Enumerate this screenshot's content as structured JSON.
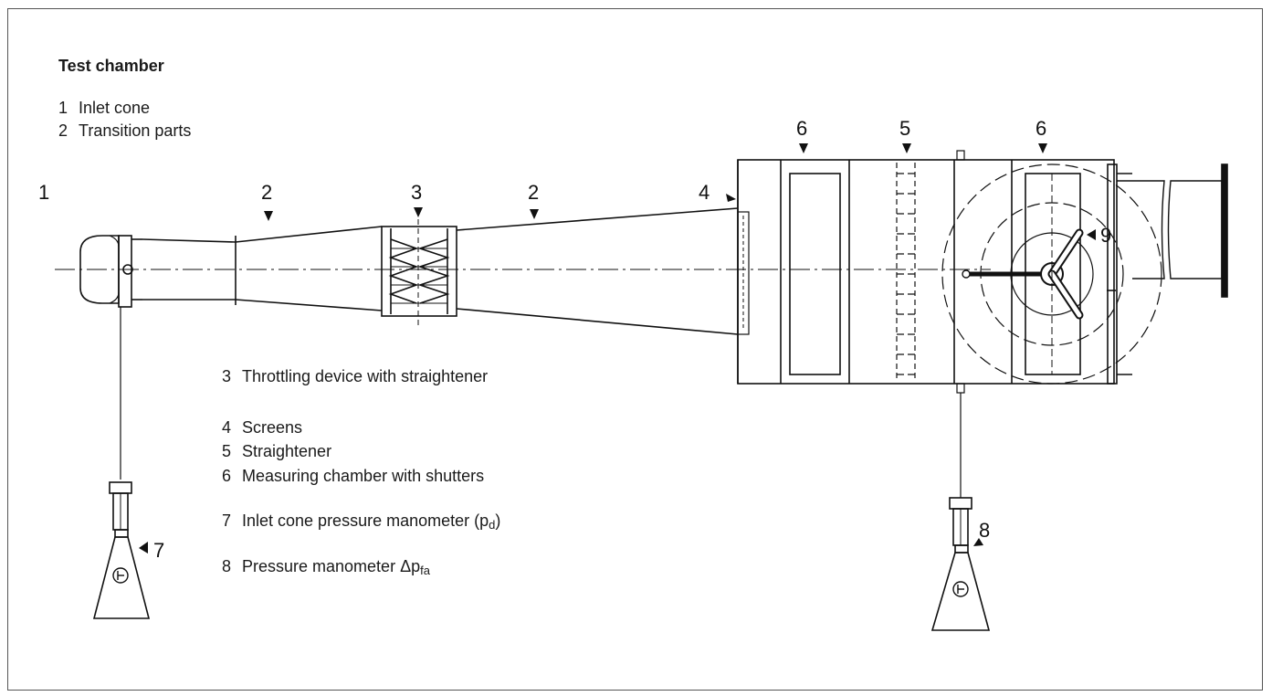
{
  "title": "Test chamber",
  "legend": [
    {
      "num": "1",
      "text": "Inlet cone"
    },
    {
      "num": "2",
      "text": "Transition parts"
    },
    {
      "num": "3",
      "text": "Throttling device with straightener"
    },
    {
      "num": "4",
      "text": "Screens"
    },
    {
      "num": "5",
      "text": "Straightener"
    },
    {
      "num": "6",
      "text": "Measuring chamber with shutters"
    },
    {
      "num": "7",
      "text": "Inlet cone pressure manometer (p",
      "sub": "d",
      "tail": ")"
    },
    {
      "num": "8",
      "text": "Pressure manometer  Δp",
      "sub": "fa",
      "tail": ""
    }
  ],
  "callouts": {
    "c1": "1",
    "c2a": "2",
    "c3": "3",
    "c2b": "2",
    "c4": "4",
    "c6a": "6",
    "c5": "5",
    "c6b": "6",
    "c9": "9",
    "c7": "7",
    "c8": "8"
  }
}
